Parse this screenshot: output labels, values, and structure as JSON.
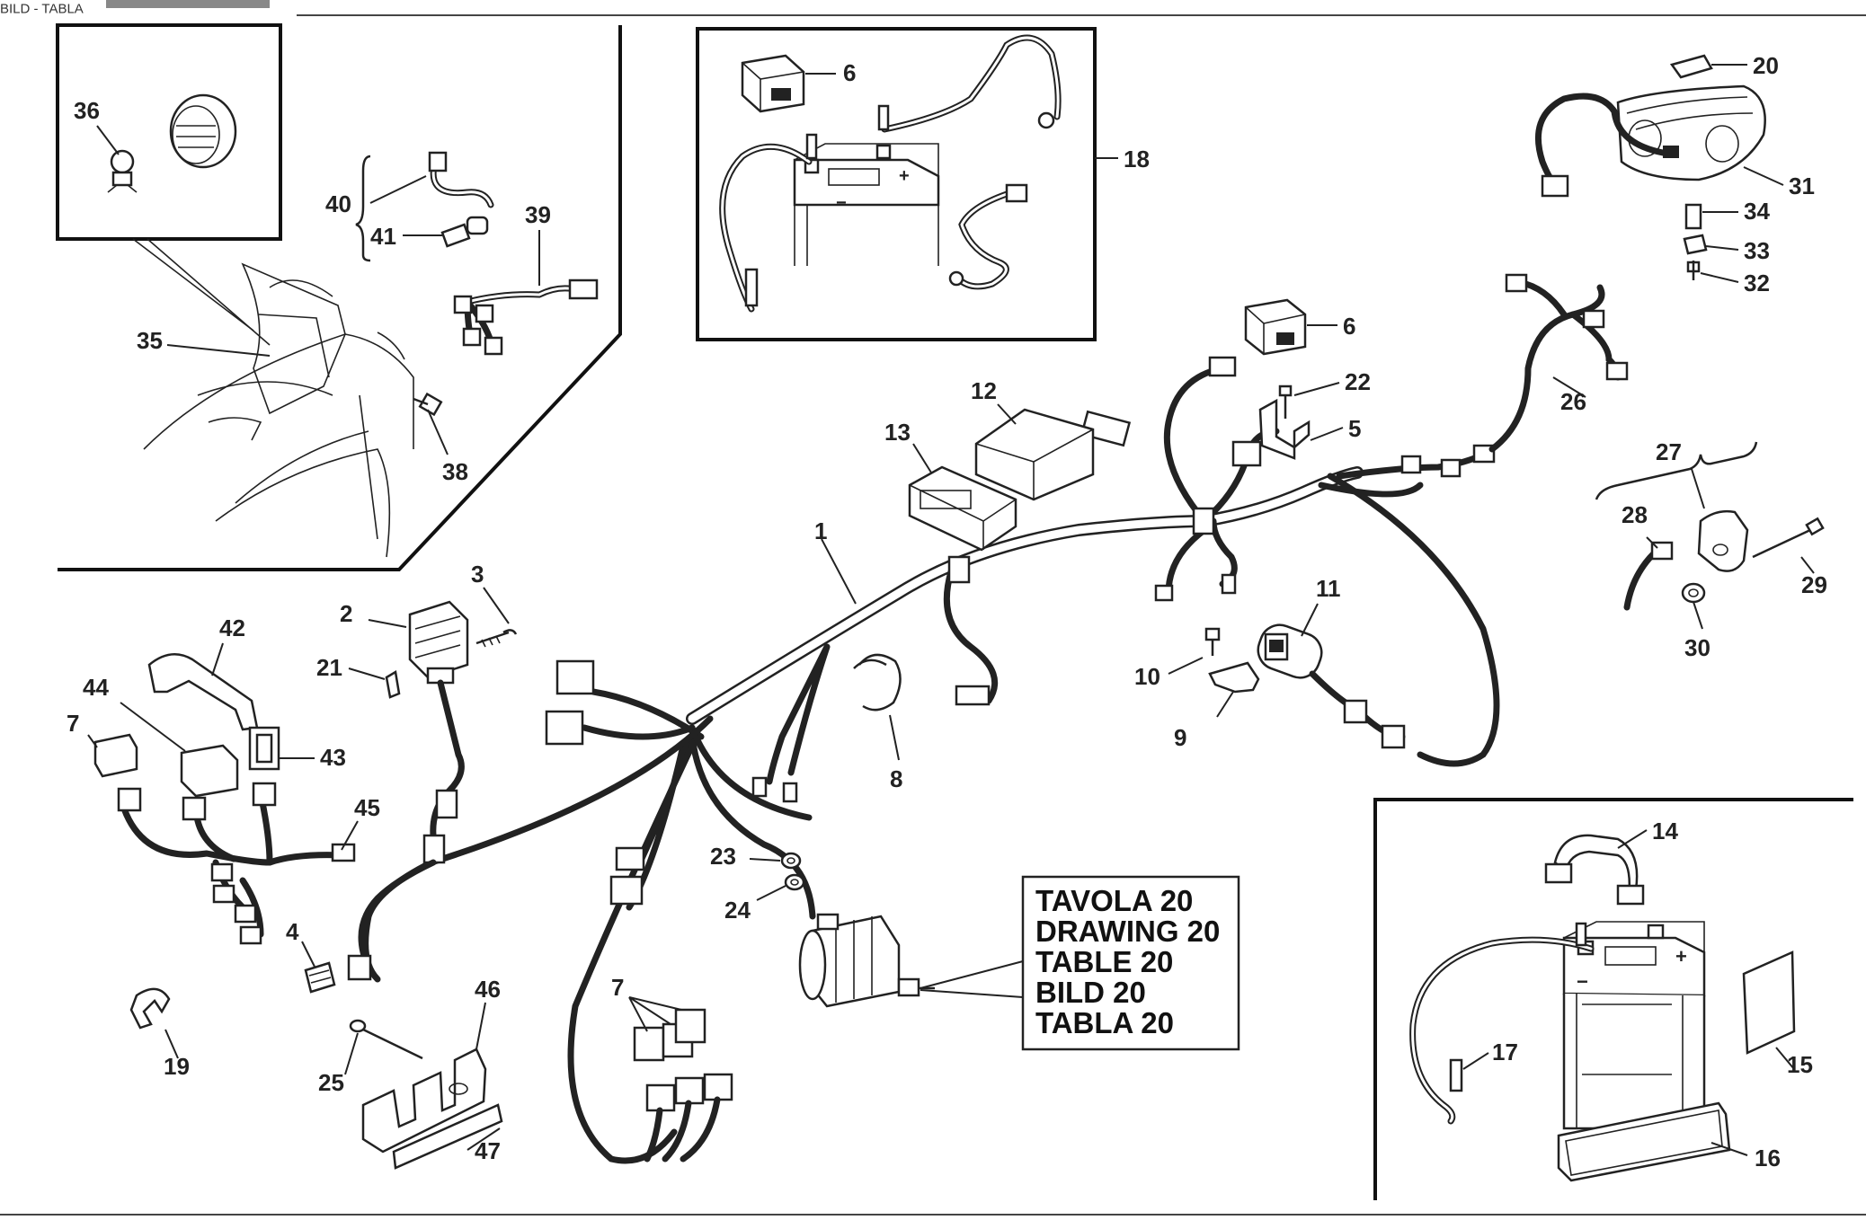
{
  "header": {
    "breadcrumb": "BILD - TABLA"
  },
  "drawing_reference": [
    "TAVOLA 20",
    "DRAWING 20",
    "TABLE 20",
    "BILD 20",
    "TABLA 20"
  ],
  "callouts": {
    "c1": "1",
    "c2": "2",
    "c3": "3",
    "c4": "4",
    "c5": "5",
    "c6a": "6",
    "c6b": "6",
    "c7a": "7",
    "c7b": "7",
    "c8": "8",
    "c9": "9",
    "c10": "10",
    "c11": "11",
    "c12": "12",
    "c13": "13",
    "c14": "14",
    "c15": "15",
    "c16": "16",
    "c17": "17",
    "c18": "18",
    "c19": "19",
    "c20": "20",
    "c21": "21",
    "c22": "22",
    "c23": "23",
    "c24": "24",
    "c25": "25",
    "c26": "26",
    "c27": "27",
    "c28": "28",
    "c29": "29",
    "c30": "30",
    "c31": "31",
    "c32": "32",
    "c33": "33",
    "c34": "34",
    "c35": "35",
    "c36": "36",
    "c38": "38",
    "c39": "39",
    "c40": "40",
    "c41": "41",
    "c42": "42",
    "c43": "43",
    "c44": "44",
    "c45": "45",
    "c46": "46",
    "c47": "47"
  },
  "battery_marks": {
    "plus": "+",
    "minus": "−"
  }
}
